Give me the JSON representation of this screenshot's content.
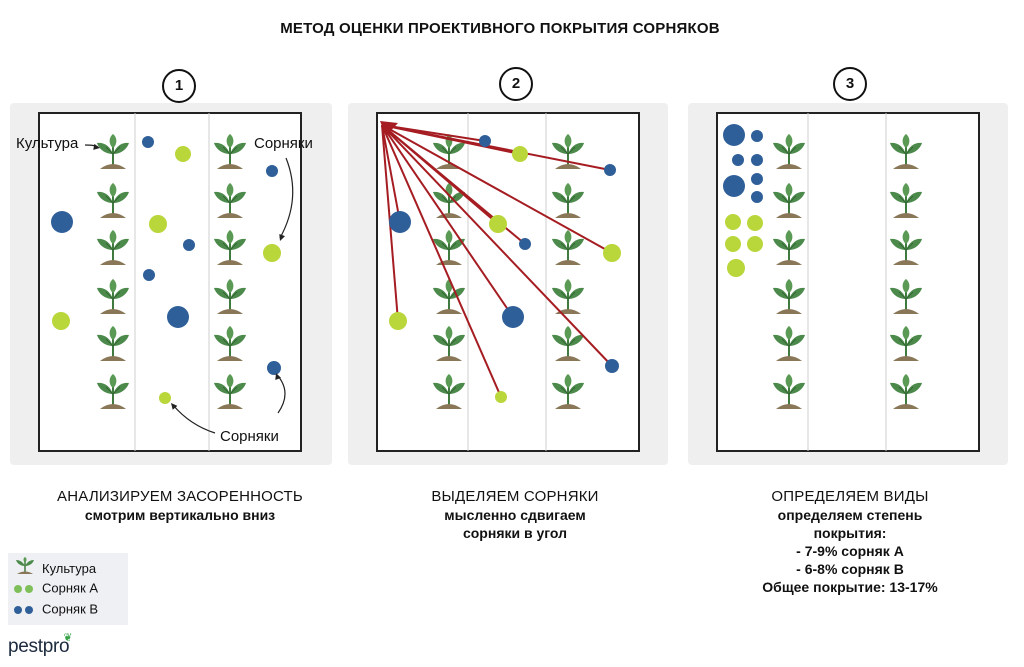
{
  "title": "МЕТОД ОЦЕНКИ ПРОЕКТИВНОГО ПОКРЫТИЯ СОРНЯКОВ",
  "colors": {
    "weed_a": "#b9d63a",
    "weed_b": "#2f5f98",
    "arrow": "#a51d22",
    "plant_leaf": "#4c8a4c",
    "soil": "#8a7758"
  },
  "steps": [
    {
      "number": "1",
      "caption_line1": "АНАЛИЗИРУЕМ ЗАСОРЕННОСТЬ",
      "caption_bold": [
        "смотрим вертикально вниз"
      ],
      "label_culture": "Культура",
      "label_weeds_top": "Сорняки",
      "label_weeds_bottom": "Сорняки"
    },
    {
      "number": "2",
      "caption_line1": "ВЫДЕЛЯЕМ СОРНЯКИ",
      "caption_bold": [
        "мысленно сдвигаем",
        "сорняки в угол"
      ]
    },
    {
      "number": "3",
      "caption_line1": "ОПРЕДЕЛЯЕМ ВИДЫ",
      "caption_bold": [
        "определяем степень",
        "покрытия:",
        "- 7-9% сорняк А",
        "- 6-8% сорняк В",
        "Общее покрытие: 13-17%"
      ]
    }
  ],
  "legend": {
    "culture": "Культура",
    "weed_a": "Сорняк А",
    "weed_b": "Сорняк В"
  },
  "logo": "pestpro"
}
